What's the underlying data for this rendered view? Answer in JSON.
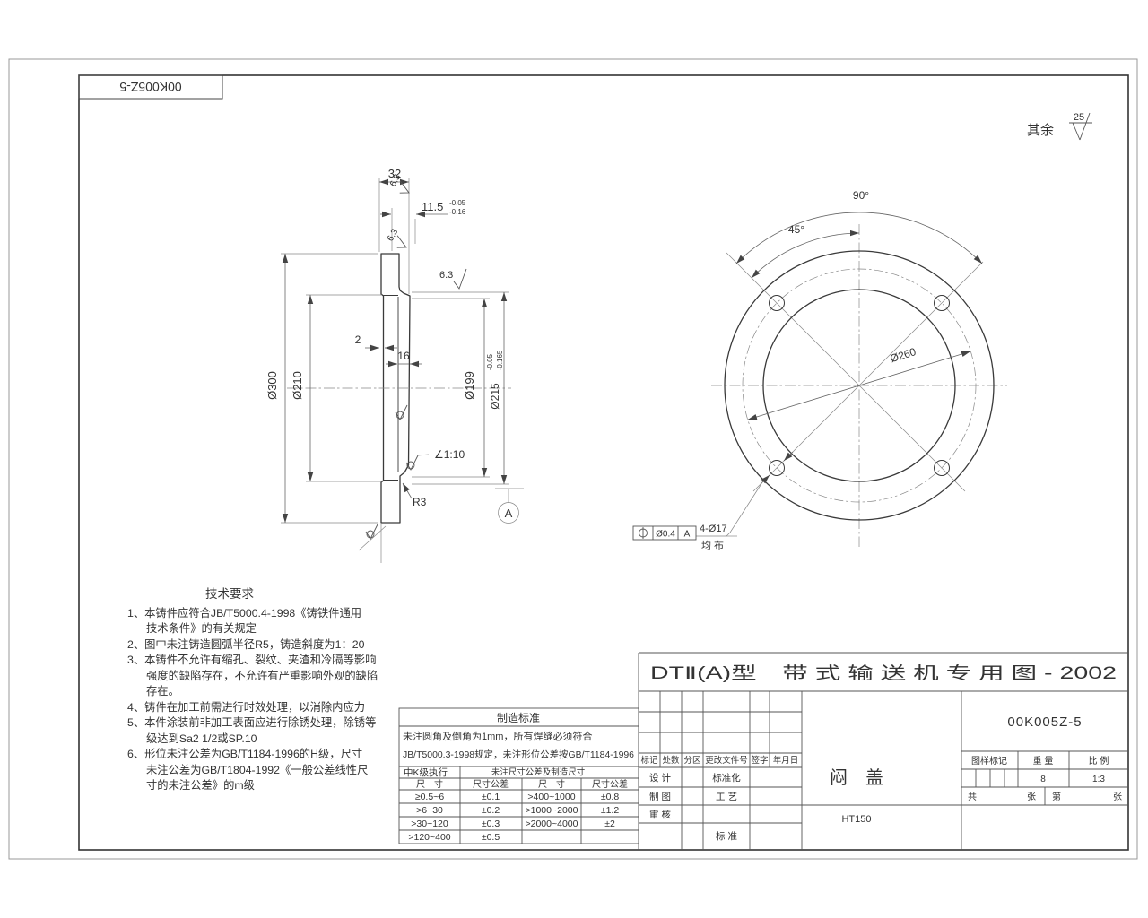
{
  "corner_code": "00K005Z-5",
  "surface_note": {
    "label": "其余",
    "value": "25"
  },
  "section_view": {
    "d32": "32",
    "d115": "11.5",
    "d115_tol_hi": "-0.05",
    "d115_tol_lo": "-0.16",
    "d2": "2",
    "d16": "16",
    "d300": "Ø300",
    "d210": "Ø210",
    "d199": "Ø199",
    "d215": "Ø215",
    "d215_tol_hi": "-0.05",
    "d215_tol_lo": "-0.165",
    "taper": "∠1:10",
    "r3": "R3",
    "datum": "A",
    "rough1": "6.3",
    "rough2": "6.3",
    "rough3": "6.3"
  },
  "circular_view": {
    "a90": "90°",
    "a45": "45°",
    "d260": "Ø260",
    "holes": "4-Ø17",
    "holes_note": "均 布",
    "pos_tol": "Ø0.4",
    "pos_datum": "A"
  },
  "tech_requirements": {
    "title": "技术要求",
    "lines": [
      "1、本铸件应符合JB/T5000.4-1998《铸铁件通用",
      "技术条件》的有关规定",
      "2、图中未注铸造圆弧半径R5，铸造斜度为1：20",
      "3、本铸件不允许有缩孔、裂纹、夹渣和冷隔等影响",
      "强度的缺陷存在，不允许有严重影响外观的缺陷",
      "存在。",
      "4、铸件在加工前需进行时效处理，以消除内应力",
      "5、本件涂装前非加工表面应进行除锈处理，除锈等",
      "级达到Sa2 1/2或SP.10",
      "6、形位未注公差为GB/T1184-1996的H级，尺寸",
      "未注公差为GB/T1804-1992《一般公差线性尺",
      "寸的未注公差》的m级"
    ]
  },
  "mfg_table": {
    "title": "制造标准",
    "note_line1": "未注圆角及倒角为1mm，所有焊缝必须符合",
    "note_line2": "JB/T5000.3-1998规定，未注形位公差按GB/T1184-1996",
    "note_line3": "中K级执行",
    "subheader": "未注尺寸公差及制造尺寸",
    "col_headers": [
      "尺　寸",
      "尺寸公差",
      "尺　寸",
      "尺寸公差"
    ],
    "rows": [
      [
        "≥0.5~6",
        "±0.1",
        ">400~1000",
        "±0.8"
      ],
      [
        ">6~30",
        "±0.2",
        ">1000~2000",
        "±1.2"
      ],
      [
        ">30~120",
        "±0.3",
        ">2000~4000",
        "±2"
      ],
      [
        ">120~400",
        "±0.5",
        "",
        ""
      ]
    ]
  },
  "title_block": {
    "title": "DTⅡ(A)型　带 式 输 送 机 专 用 图 - 2002",
    "drawing_no": "00K005Z-5",
    "part_name": "闷　盖",
    "material": "HT150",
    "weight_value": "8",
    "scale_value": "1:3",
    "labels": {
      "mark": "标记",
      "count": "处数",
      "zone": "分区",
      "doc": "更改文件号",
      "sign": "签字",
      "date": "年月日",
      "design": "设 计",
      "draft": "制 图",
      "check": "审 核",
      "standardize": "标准化",
      "process": "工 艺",
      "standard": "标 准",
      "stamp": "图样标记",
      "weight": "重 量",
      "scale": "比 例",
      "sheets_total": "共",
      "sheets_unit": "张",
      "sheet_no": "第",
      "sheet_unit2": "张"
    }
  }
}
